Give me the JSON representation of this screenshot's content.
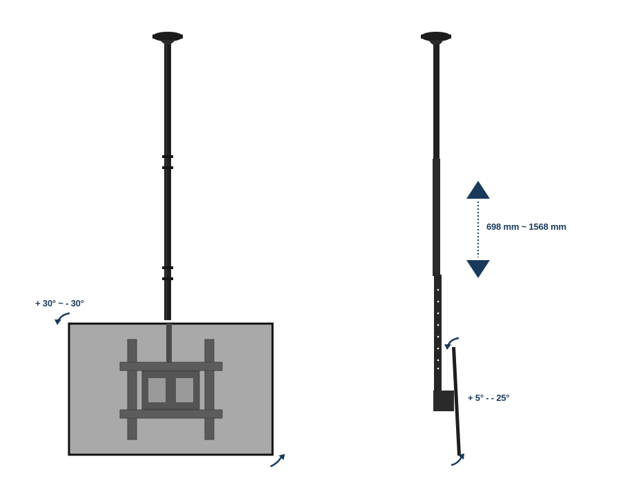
{
  "figure": {
    "front_view": {
      "rotation_label": "+ 30° ~ - 30°",
      "screen_color": "#a9a9a9",
      "screen_border_color": "#111111"
    },
    "side_view": {
      "height_label": "698 mm ~ 1568 mm",
      "tilt_label": "+ 5° - - 25°"
    },
    "colors": {
      "accent": "#1a3a5c",
      "mount": "#1c1c1c",
      "background": "#ffffff"
    }
  }
}
